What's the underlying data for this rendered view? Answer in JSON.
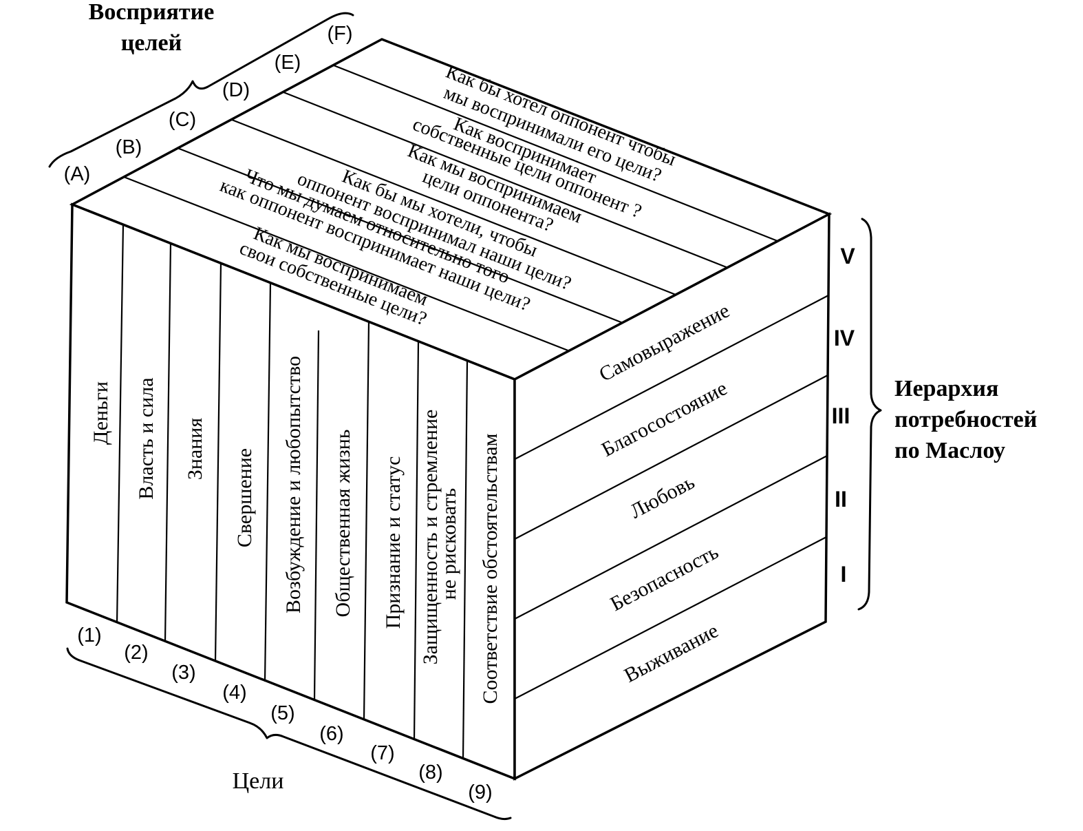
{
  "titles": {
    "perception_line1": "Восприятие",
    "perception_line2": "целей",
    "hierarchy_line1": "Иерархия",
    "hierarchy_line2": "потребностей",
    "hierarchy_line3": "по Маслоу",
    "goals": "Цели"
  },
  "goals": [
    {
      "marker": "(1)",
      "label": "Деньги"
    },
    {
      "marker": "(2)",
      "label": "Власть и сила"
    },
    {
      "marker": "(3)",
      "label": "Знания"
    },
    {
      "marker": "(4)",
      "label": "Свершение"
    },
    {
      "marker": "(5)",
      "label": "Возбуждение и любопытство"
    },
    {
      "marker": "(6)",
      "label": "Общественная жизнь"
    },
    {
      "marker": "(7)",
      "label": "Признание и статус"
    },
    {
      "marker": "(8)",
      "label_line1": "Защищенность и стремление",
      "label_line2": "не рисковать"
    },
    {
      "marker": "(9)",
      "label": "Соответствие обстоятельствам"
    }
  ],
  "perceptions": [
    {
      "marker": "(A)",
      "line1": "Как мы воспринимаем",
      "line2": "свои собственные цели?"
    },
    {
      "marker": "(B)",
      "line1": "Что мы думаем относительно того",
      "line2": "как оппонент воспринимает наши цели?"
    },
    {
      "marker": "(C)",
      "line1": "Как бы мы хотели, чтобы",
      "line2": "оппонент воспринимал наши цели?"
    },
    {
      "marker": "(D)",
      "line1": "Как мы воспринимаем",
      "line2": "цели оппонента?"
    },
    {
      "marker": "(E)",
      "line1": "Как воспринимает",
      "line2": "собственные цели оппонент ?"
    },
    {
      "marker": "(F)",
      "line1": "Как бы хотел оппонент  чтобы",
      "line2": "мы воспринимали его цели?"
    }
  ],
  "needs": [
    {
      "roman": "I",
      "label": "Выживание"
    },
    {
      "roman": "II",
      "label": "Безопасность"
    },
    {
      "roman": "III",
      "label": "Любовь"
    },
    {
      "roman": "IV",
      "label": "Благосостояние"
    },
    {
      "roman": "V",
      "label": "Самовыражение"
    }
  ]
}
